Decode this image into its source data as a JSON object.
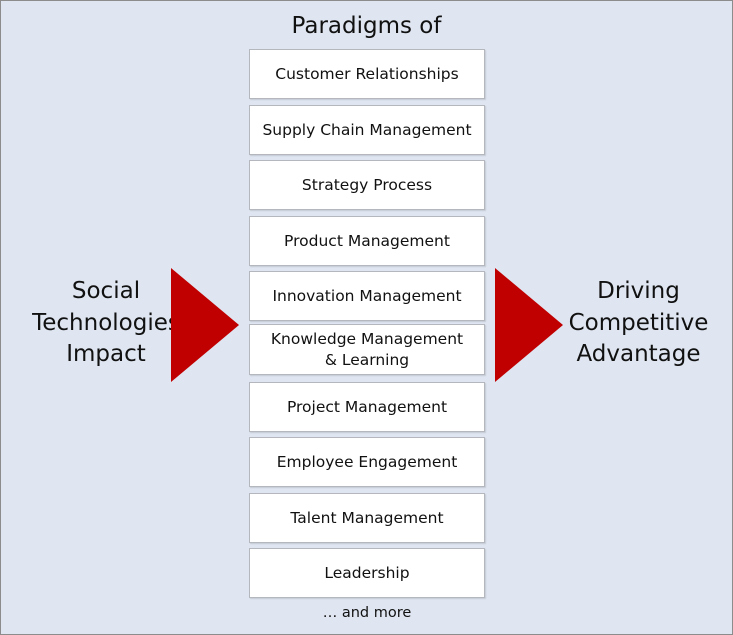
{
  "title": "Paradigms of",
  "left_label": [
    "Social",
    "Technologies",
    "Impact"
  ],
  "right_label": [
    "Driving",
    "Competitive",
    "Advantage"
  ],
  "paradigms": [
    [
      "Customer Relationships"
    ],
    [
      "Supply Chain Management"
    ],
    [
      "Strategy Process"
    ],
    [
      "Product Management"
    ],
    [
      "Innovation Management"
    ],
    [
      "Knowledge Management",
      "& Learning"
    ],
    [
      "Project Management"
    ],
    [
      "Employee Engagement"
    ],
    [
      "Talent Management"
    ],
    [
      "Leadership"
    ]
  ],
  "more_label": "… and more",
  "colors": {
    "background": "#dfe6f1",
    "arrow": "#c00000",
    "box": "#ffffff",
    "box_border": "#b4b8be"
  }
}
